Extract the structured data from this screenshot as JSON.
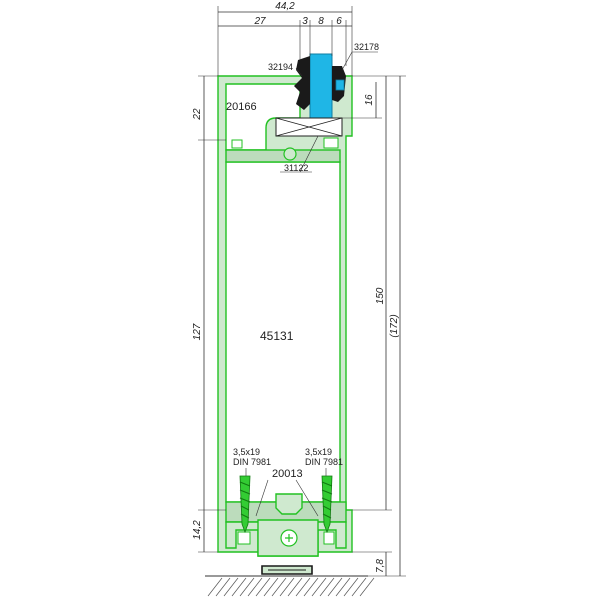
{
  "parts": {
    "gasket_left": "32194",
    "gasket_right": "32178",
    "profile_top": "20166",
    "block": "31122",
    "main_profile": "45131",
    "bottom_profile": "20013",
    "screw_left_size": "3,5x19",
    "screw_left_std": "DIN 7981",
    "screw_right_size": "3,5x19",
    "screw_right_std": "DIN 7981"
  },
  "dimensions": {
    "overall_width": "44,2",
    "seg_27": "27",
    "seg_3": "3",
    "seg_8": "8",
    "seg_6": "6",
    "left_22": "22",
    "left_127": "127",
    "left_14_2": "14,2",
    "right_16": "16",
    "right_150": "150",
    "right_172": "(172)",
    "right_7_8": "7,8"
  },
  "colors": {
    "profile_stroke": "#22c122",
    "profile_fill": "#cfe9cf",
    "glass": "#1fb6e6",
    "gasket": "#1a1a1a",
    "screw": "#33cc33"
  }
}
